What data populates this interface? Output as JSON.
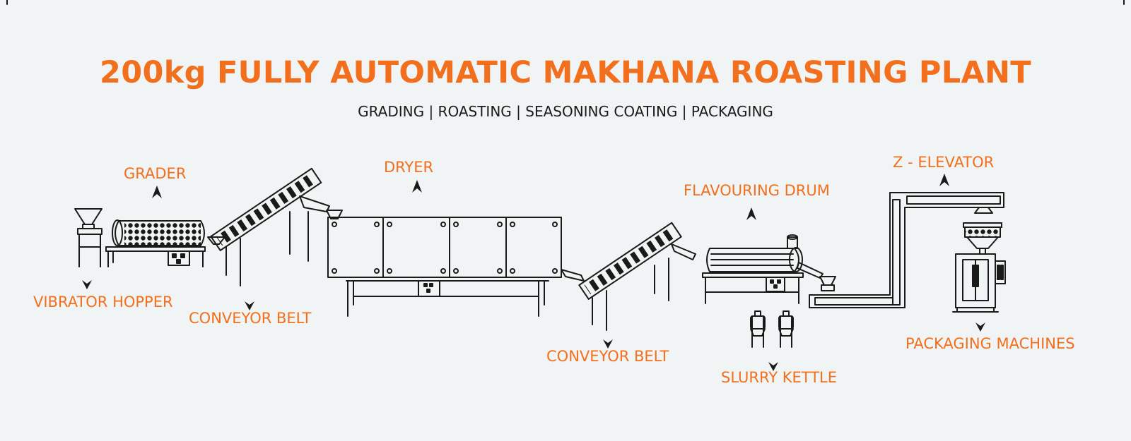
{
  "title": "200kg FULLY AUTOMATIC MAKHANA ROASTING PLANT",
  "subtitle": "GRADING | ROASTING | SEASONING COATING | PACKAGING",
  "colors": {
    "accent": "#f26f1d",
    "line": "#1a1a1a",
    "background": "#f1f4f4"
  },
  "labels": {
    "grader": "GRADER",
    "dryer": "DRYER",
    "flavouring_drum": "FLAVOURING DRUM",
    "z_elevator": "Z - ELEVATOR",
    "vibrator_hopper": "VIBRATOR HOPPER",
    "conveyor_belt_1": "CONVEYOR BELT",
    "conveyor_belt_2": "CONVEYOR BELT",
    "slurry_kettle": "SLURRY KETTLE",
    "packaging_machines": "PACKAGING MACHINES"
  }
}
